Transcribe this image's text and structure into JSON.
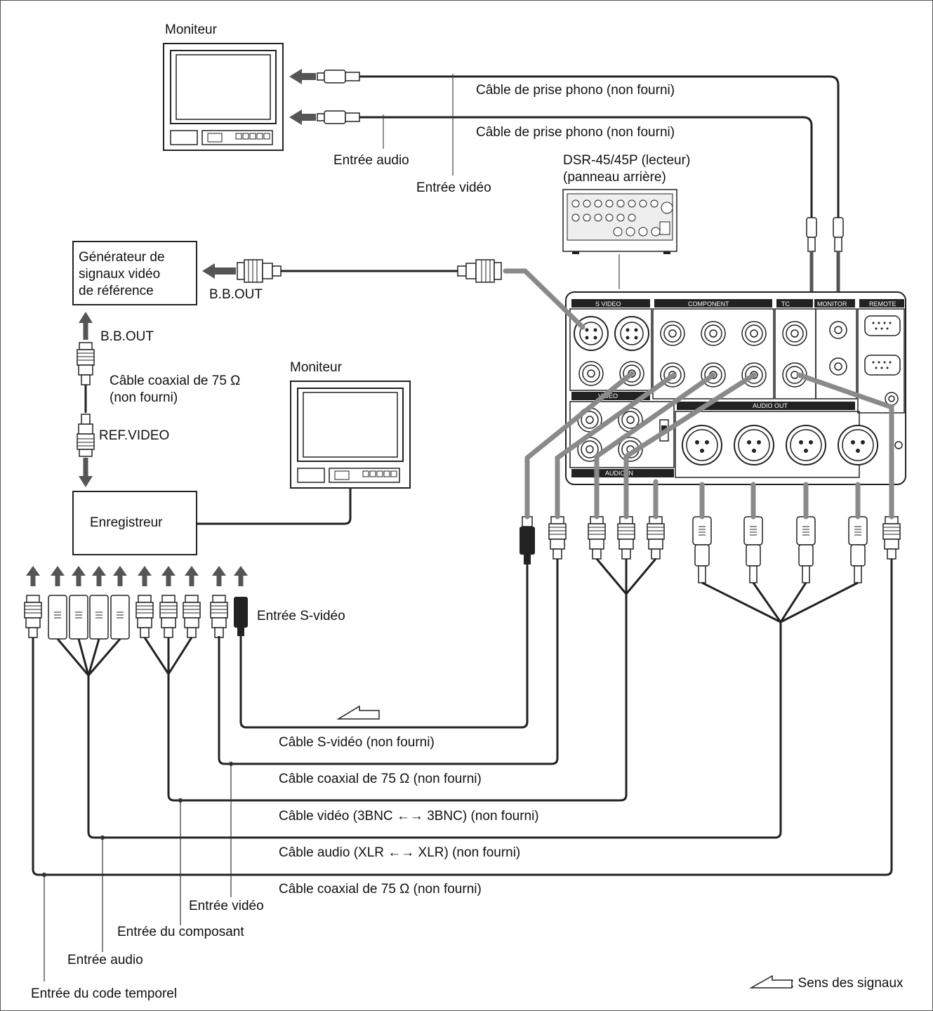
{
  "labels": {
    "monitor_top": "Moniteur",
    "phono_cable_1": "Câble de prise phono (non fourni)",
    "phono_cable_2": "Câble de prise phono (non fourni)",
    "audio_input_top": "Entrée audio",
    "video_input_top": "Entrée vidéo",
    "player_model": "DSR-45/45P (lecteur)",
    "player_panel": "(panneau arrière)",
    "generator_line1": "Générateur de",
    "generator_line2": "signaux vidéo",
    "generator_line3": "de référence",
    "bb_out_horizontal": "B.B.OUT",
    "bb_out_vertical": "B.B.OUT",
    "coax_cable_left_line1": "Câble coaxial de 75 Ω",
    "coax_cable_left_line2": "(non fourni)",
    "ref_video": "REF.VIDEO",
    "monitor_middle": "Moniteur",
    "recorder": "Enregistreur",
    "s_video_input": "Entrée S-vidéo",
    "s_video_cable": "Câble S-vidéo (non fourni)",
    "coax_cable_1": "Câble coaxial de 75 Ω (non fourni)",
    "video_cable_3bnc": "Câble vidéo (3BNC ←→ 3BNC) (non fourni)",
    "audio_cable_xlr": "Câble audio (XLR ←→ XLR) (non fourni)",
    "coax_cable_2": "Câble coaxial de 75 Ω (non fourni)",
    "video_input_bottom": "Entrée vidéo",
    "component_input": "Entrée du composant",
    "audio_input_bottom": "Entrée audio",
    "timecode_input": "Entrée du code temporel",
    "signal_direction": ": Sens des signaux"
  },
  "panel": {
    "s_video": "S VIDEO",
    "component": "COMPONENT",
    "tc": "TC",
    "monitor": "MONITOR",
    "remote": "REMOTE",
    "video": "VIDEO",
    "audio_out": "AUDIO OUT",
    "audio_in": "AUDIO IN"
  }
}
